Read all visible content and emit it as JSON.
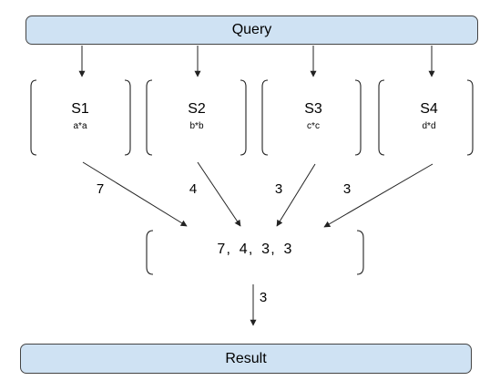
{
  "query": {
    "label": "Query"
  },
  "result": {
    "label": "Result"
  },
  "shards": [
    {
      "name": "S1",
      "expr": "a*a"
    },
    {
      "name": "S2",
      "expr": "b*b"
    },
    {
      "name": "S3",
      "expr": "c*c"
    },
    {
      "name": "S4",
      "expr": "d*d"
    }
  ],
  "edge_labels": [
    "7",
    "4",
    "3",
    "3"
  ],
  "combined": {
    "values": "7, 4, 3, 3"
  },
  "result_edge_label": "3",
  "colors": {
    "bar_fill": "#cfe2f3",
    "bar_border": "#444444",
    "line": "#222222"
  }
}
